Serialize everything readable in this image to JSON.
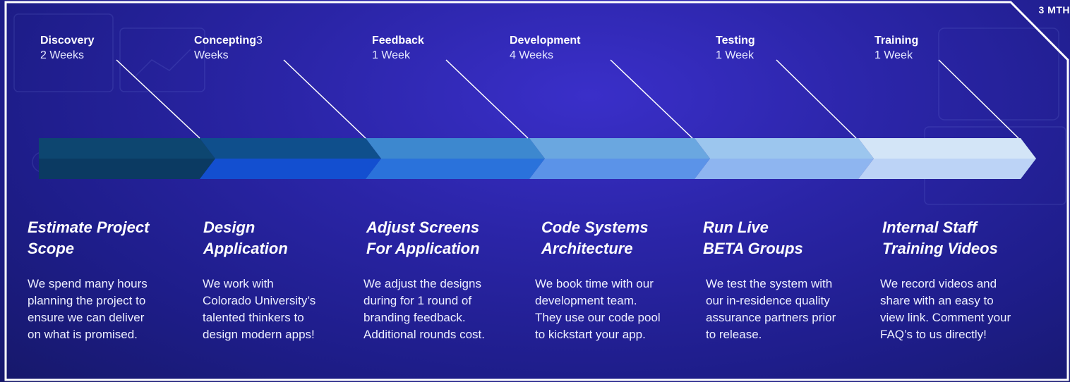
{
  "corner_tag": "3 MTH",
  "colors": {
    "border": "#ffffff",
    "arrow_dark_top": "#0e4a72",
    "arrow_dark_bottom": "#0c3f66"
  },
  "phases": [
    {
      "name": "Discovery",
      "duration": "2 Weeks",
      "top_color": "#0d4670",
      "bottom_color": "#0b3a62",
      "title_lines": [
        "Estimate Project",
        "Scope"
      ],
      "desc_lines": [
        "We spend many hours",
        "planning the project to",
        "ensure we can deliver",
        "on what is promised."
      ]
    },
    {
      "name": "Concepting",
      "duration": "3 Weeks",
      "name_suffix": "3",
      "duration_text": "Weeks",
      "top_color": "#0f4f8c",
      "bottom_color": "#134fd0",
      "title_lines": [
        "Design",
        "Application"
      ],
      "desc_lines": [
        "We work with",
        "Colorado University’s",
        "talented thinkers to",
        "design modern apps!"
      ]
    },
    {
      "name": "Feedback",
      "duration": "1 Week",
      "top_color": "#3d88cf",
      "bottom_color": "#2a72db",
      "title_lines": [
        "Adjust Screens",
        "For Application"
      ],
      "desc_lines": [
        "We adjust the designs",
        "during for 1 round of",
        "branding feedback.",
        "Additional rounds cost."
      ]
    },
    {
      "name": "Development",
      "duration": "4 Weeks",
      "top_color": "#6aa7e0",
      "bottom_color": "#5b93e8",
      "title_lines": [
        "Code Systems",
        "Architecture"
      ],
      "desc_lines": [
        "We book time with our",
        "development team.",
        "They use our code pool",
        "to kickstart your app."
      ]
    },
    {
      "name": "Testing",
      "duration": "1 Week",
      "top_color": "#9cc6ee",
      "bottom_color": "#8eb5f0",
      "title_lines": [
        "Run Live",
        "BETA Groups"
      ],
      "desc_lines": [
        "We test the system with",
        "our in-residence quality",
        "assurance partners prior",
        "to release."
      ]
    },
    {
      "name": "Training",
      "duration": "1 Week",
      "top_color": "#d3e5f7",
      "bottom_color": "#bcd3f6",
      "title_lines": [
        "Internal Staff",
        "Training Videos"
      ],
      "desc_lines": [
        "We record videos and",
        "share with an easy to",
        "view link. Comment your",
        "FAQ’s to us directly!"
      ]
    }
  ]
}
